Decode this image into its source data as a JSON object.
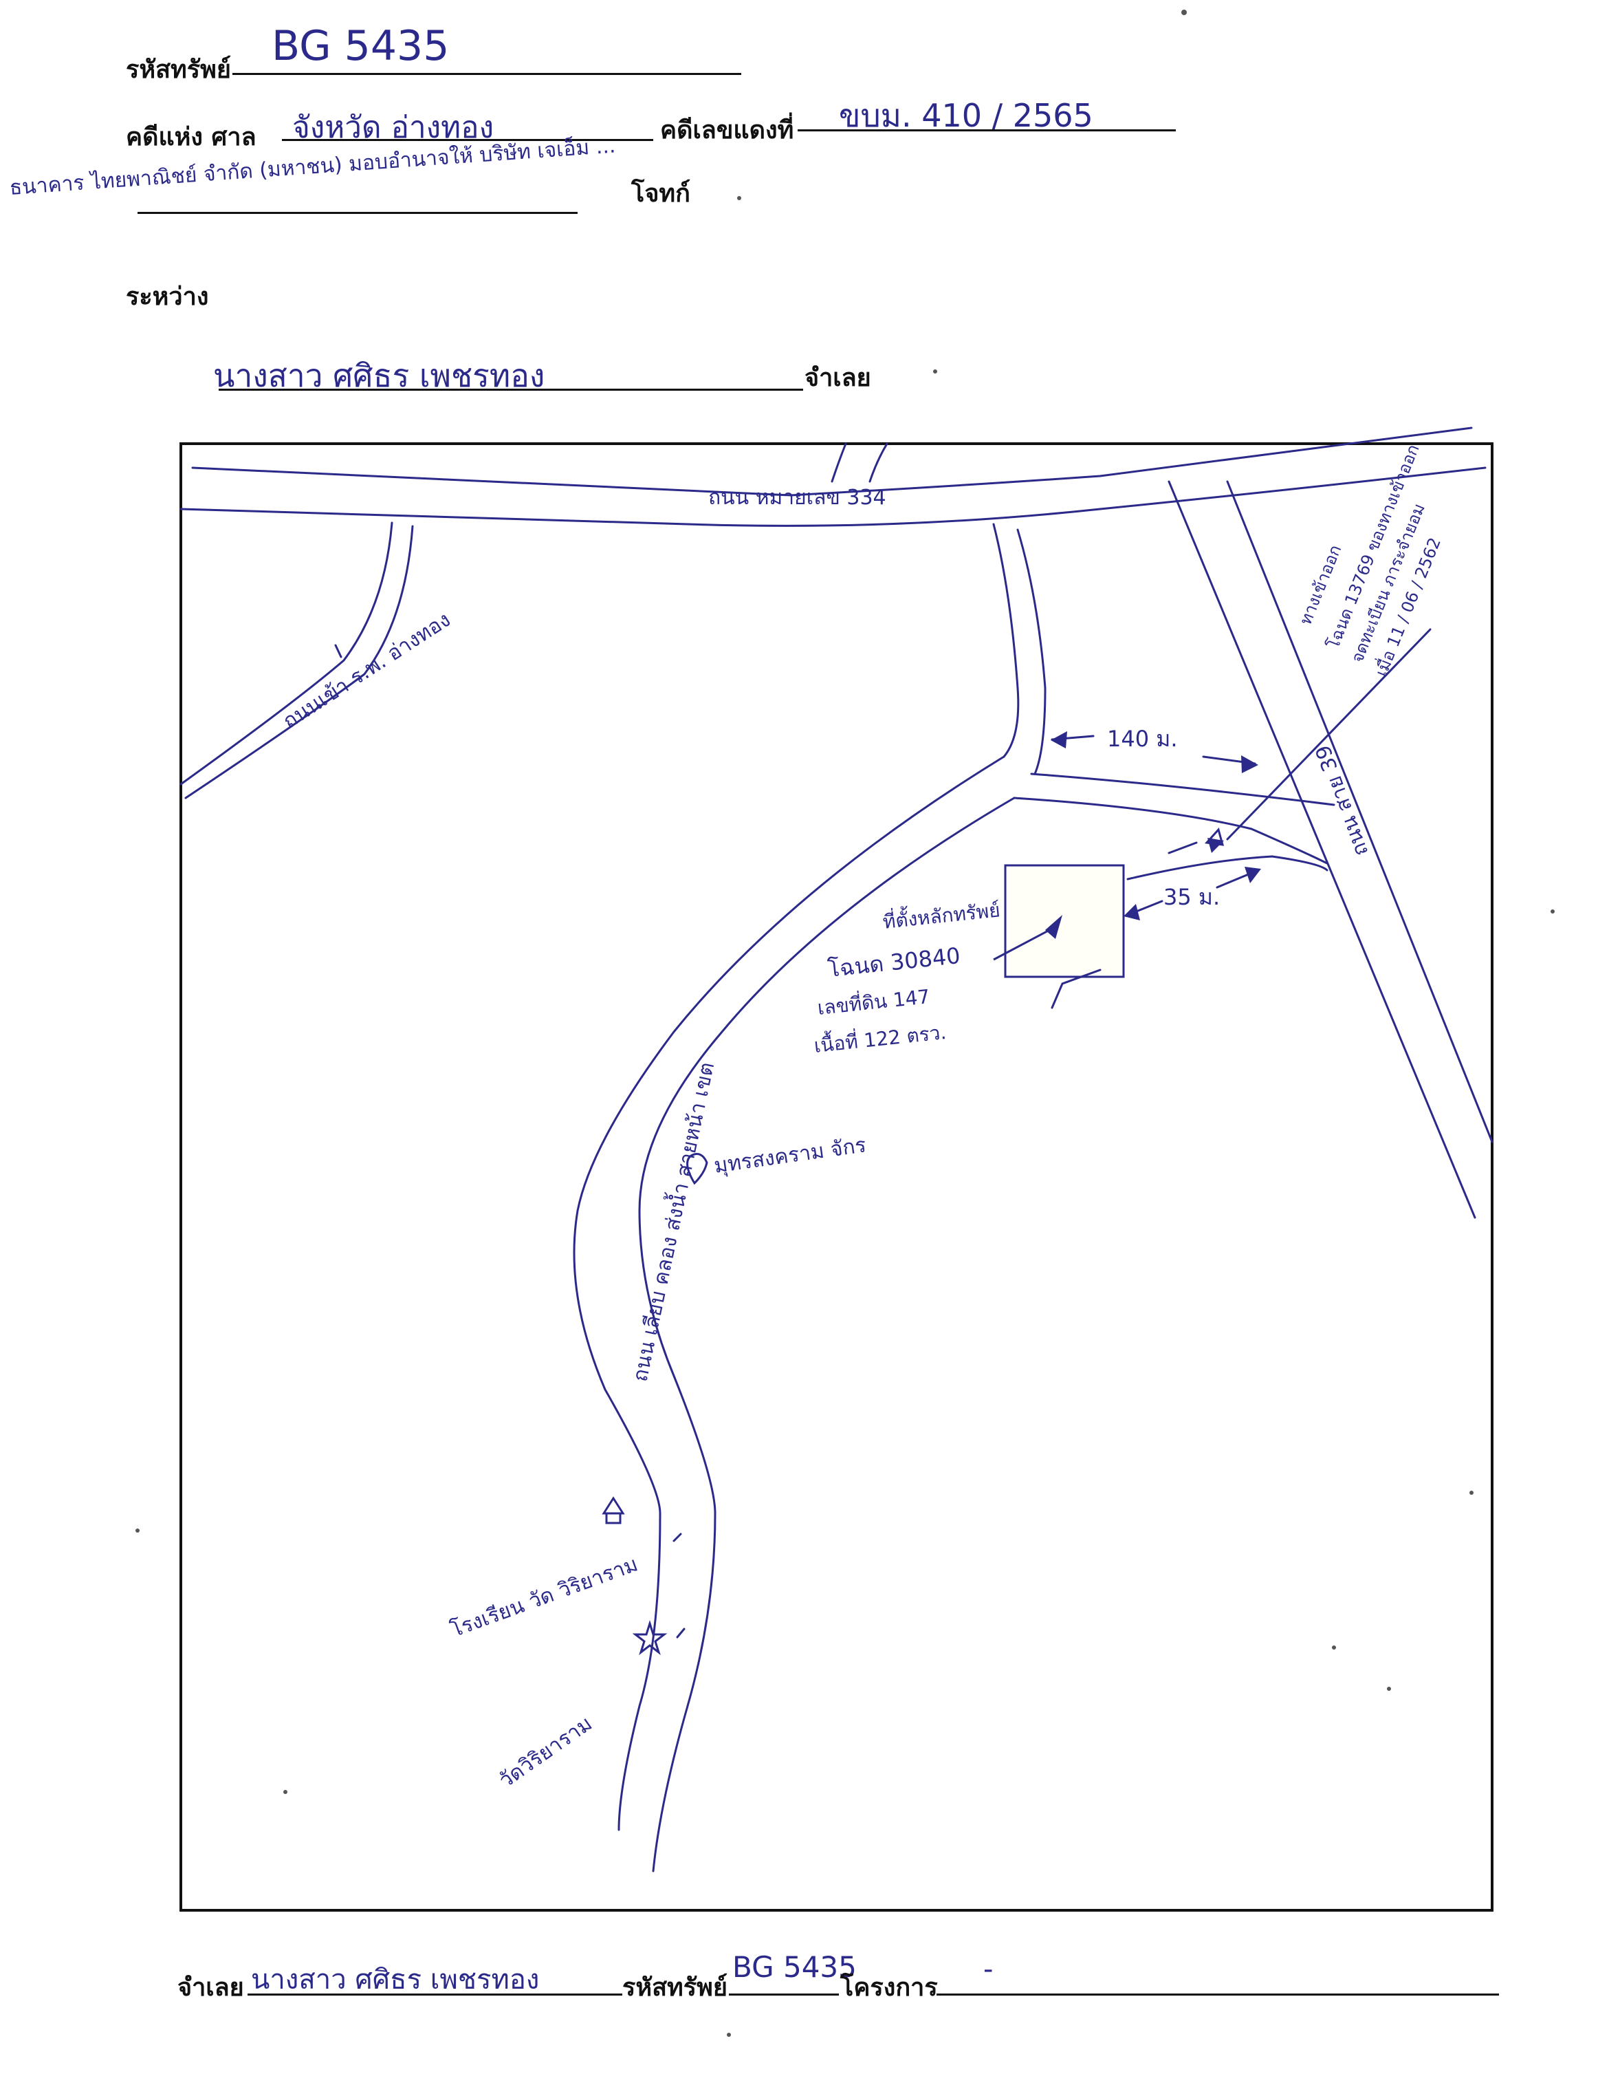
{
  "header": {
    "asset_code_label": "รหัสทรัพย์",
    "asset_code_value": "BG 5435",
    "court_label": "คดีแห่ง ศาล",
    "court_value": "จังหวัด อ่างทอง",
    "case_number_label": "คดีเลขแดงที่",
    "case_number_value": "ขบม. 410 / 2565",
    "plaintiff_value": "ธนาคาร ไทยพาณิชย์ จำกัด (มหาชน) มอบอำนาจให้ บริษัท เจเอ็ม ...",
    "plaintiff_label": "โจทก์",
    "between_label": "ระหว่าง",
    "defendant_value": "นางสาว ศศิธร เพชรทอง",
    "defendant_label": "จำเลย"
  },
  "map": {
    "main_road": "ถนน หมายเลข 334",
    "top_left_road": "ถนนเข้า ร.พ. อ่างทอง",
    "access_road": "ถนน เลียบ คลอง ส่งน้ำ สายหน้า เขต",
    "right_road": "ถนน สาย 39",
    "note_lines": [
      "ทางเข้าออก",
      "โฉนด 13769 ของทางเข้าออก",
      "จดทะเบียน ภาระจำยอม",
      "เมื่อ 11 / 06 / 2562"
    ],
    "distance_top": "140 ม.",
    "distance_side": "35 ม.",
    "property_lines": [
      "ที่ตั้งหลักทรัพย์",
      "โฉนด 30840",
      "เลขที่ดิน 147",
      "เนื้อที่ 122 ตรว."
    ],
    "landmark_pin": "มุทรสงคราม จักร",
    "school_label": "โรงเรียน วัด วิริยาราม",
    "temple_label": "วัดวิริยาราม"
  },
  "footer": {
    "defendant_label": "จำเลย",
    "defendant_value": "นางสาว ศศิธร เพชรทอง",
    "asset_code_label": "รหัสทรัพย์",
    "asset_code_value": "BG 5435",
    "project_label": "โครงการ",
    "project_value": "-"
  },
  "colors": {
    "ink": "#2b2a8a",
    "print": "#111111"
  }
}
